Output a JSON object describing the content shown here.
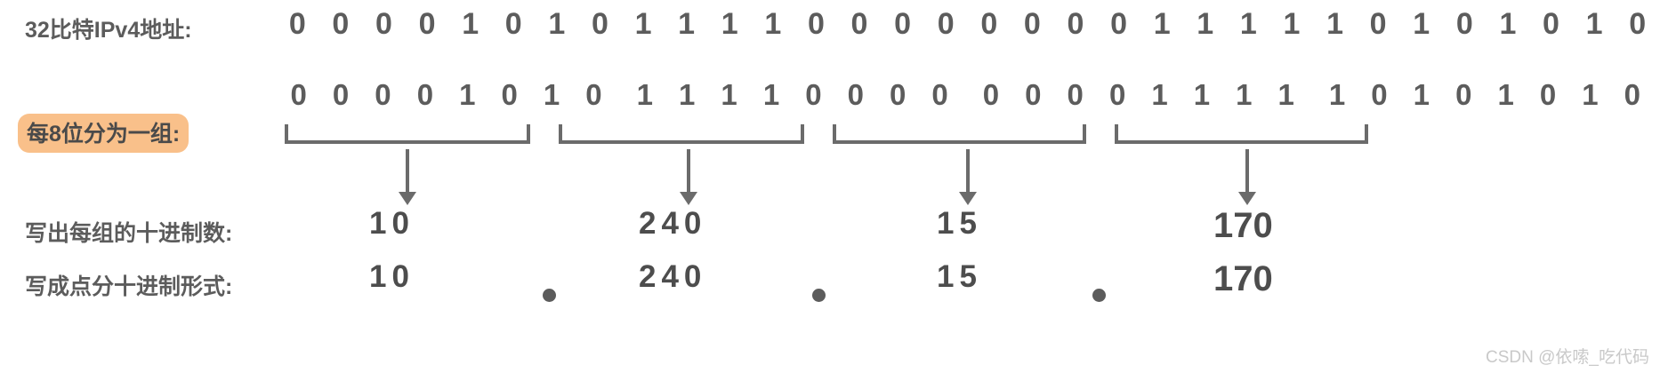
{
  "labels": {
    "address": "32比特IPv4地址:",
    "grouping": "每8位分为一组:",
    "decimal": "写出每组的十进制数:",
    "dotted": "写成点分十进制形式:"
  },
  "binary": {
    "row_continuous": "00001010111100000000111110101010",
    "row_grouped_octets": [
      "00001010",
      "11110000",
      "00001111",
      "10101010"
    ]
  },
  "decimals": {
    "values": [
      "10",
      "240",
      "15",
      "170"
    ],
    "separator": "."
  },
  "dotted_decimal": "10.240.15.170",
  "colors": {
    "text": "#5c5c5c",
    "highlight_bg": "#f9c08a",
    "brace": "#6b6b6b",
    "watermark": "#c9c9c9",
    "background": "#ffffff"
  },
  "watermark": "CSDN @依嗦_吃代码"
}
